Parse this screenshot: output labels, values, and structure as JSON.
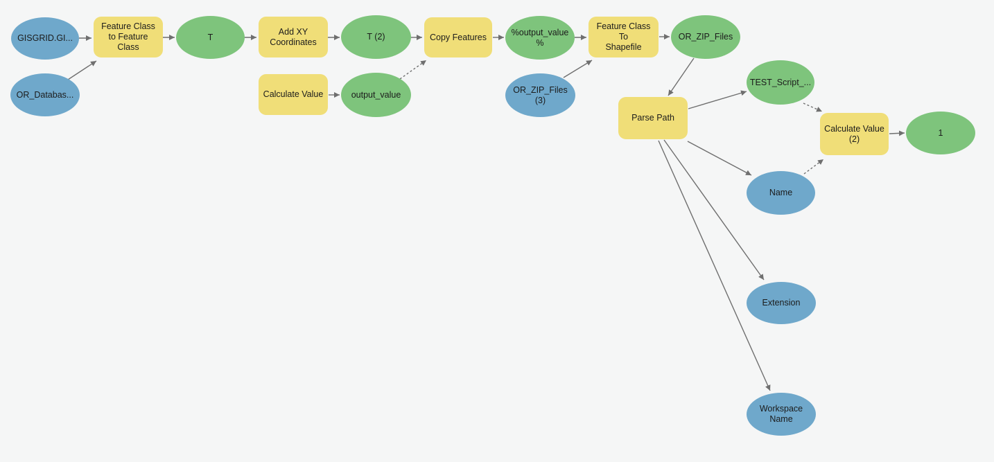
{
  "diagram": {
    "title": "ModelBuilder flowchart",
    "colors": {
      "background": "#f5f6f6",
      "input_data": "#6fa8cb",
      "tool": "#f0de78",
      "output_data": "#7ec47c",
      "connector": "#6f6f6f",
      "text": "#1b1b1b"
    },
    "nodes": [
      {
        "id": "gisgrid",
        "type": "input",
        "shape": "ellipse",
        "label": "GISGRID.GI..."
      },
      {
        "id": "fc_to_fc",
        "type": "tool",
        "shape": "rect",
        "label": "Feature Class\nto Feature\nClass"
      },
      {
        "id": "t",
        "type": "output",
        "shape": "ellipse",
        "label": "T"
      },
      {
        "id": "add_xy",
        "type": "tool",
        "shape": "rect",
        "label": "Add XY\nCoordinates"
      },
      {
        "id": "t_2",
        "type": "output",
        "shape": "ellipse",
        "label": "T (2)"
      },
      {
        "id": "copy_features",
        "type": "tool",
        "shape": "rect",
        "label": "Copy Features"
      },
      {
        "id": "output_value_pct",
        "type": "output",
        "shape": "ellipse",
        "label": "%output_value\n%"
      },
      {
        "id": "fc_to_shapefile",
        "type": "tool",
        "shape": "rect",
        "label": "Feature Class To\nShapefile"
      },
      {
        "id": "or_zip_files",
        "type": "output",
        "shape": "ellipse",
        "label": "OR_ZIP_Files"
      },
      {
        "id": "or_database",
        "type": "input",
        "shape": "ellipse",
        "label": "OR_Databas..."
      },
      {
        "id": "calculate_value",
        "type": "tool",
        "shape": "rect",
        "label": "Calculate Value"
      },
      {
        "id": "output_value",
        "type": "output",
        "shape": "ellipse",
        "label": "output_value"
      },
      {
        "id": "or_zip_files_3",
        "type": "input",
        "shape": "ellipse",
        "label": "OR_ZIP_Files\n(3)"
      },
      {
        "id": "parse_path",
        "type": "tool",
        "shape": "rect",
        "label": "Parse Path"
      },
      {
        "id": "test_script",
        "type": "output",
        "shape": "ellipse",
        "label": "TEST_Script_..."
      },
      {
        "id": "calculate_value_2",
        "type": "tool",
        "shape": "rect",
        "label": "Calculate Value\n(2)"
      },
      {
        "id": "one",
        "type": "output",
        "shape": "ellipse",
        "label": "1"
      },
      {
        "id": "name",
        "type": "input",
        "shape": "ellipse",
        "label": "Name"
      },
      {
        "id": "extension",
        "type": "input",
        "shape": "ellipse",
        "label": "Extension"
      },
      {
        "id": "workspace_name",
        "type": "input",
        "shape": "ellipse",
        "label": "Workspace\nName"
      }
    ],
    "connections": [
      {
        "from": "gisgrid",
        "to": "fc_to_fc",
        "style": "solid"
      },
      {
        "from": "or_database",
        "to": "fc_to_fc",
        "style": "solid"
      },
      {
        "from": "fc_to_fc",
        "to": "t",
        "style": "solid"
      },
      {
        "from": "t",
        "to": "add_xy",
        "style": "solid"
      },
      {
        "from": "add_xy",
        "to": "t_2",
        "style": "solid"
      },
      {
        "from": "t_2",
        "to": "copy_features",
        "style": "solid"
      },
      {
        "from": "calculate_value",
        "to": "output_value",
        "style": "solid"
      },
      {
        "from": "output_value",
        "to": "copy_features",
        "style": "dashed"
      },
      {
        "from": "copy_features",
        "to": "output_value_pct",
        "style": "solid"
      },
      {
        "from": "output_value_pct",
        "to": "fc_to_shapefile",
        "style": "solid"
      },
      {
        "from": "or_zip_files_3",
        "to": "fc_to_shapefile",
        "style": "solid"
      },
      {
        "from": "fc_to_shapefile",
        "to": "or_zip_files",
        "style": "solid"
      },
      {
        "from": "or_zip_files",
        "to": "parse_path",
        "style": "solid"
      },
      {
        "from": "parse_path",
        "to": "test_script",
        "style": "solid"
      },
      {
        "from": "parse_path",
        "to": "name",
        "style": "solid"
      },
      {
        "from": "parse_path",
        "to": "extension",
        "style": "solid"
      },
      {
        "from": "parse_path",
        "to": "workspace_name",
        "style": "solid"
      },
      {
        "from": "test_script",
        "to": "calculate_value_2",
        "style": "dashed"
      },
      {
        "from": "name",
        "to": "calculate_value_2",
        "style": "dashed"
      },
      {
        "from": "calculate_value_2",
        "to": "one",
        "style": "solid"
      }
    ]
  }
}
